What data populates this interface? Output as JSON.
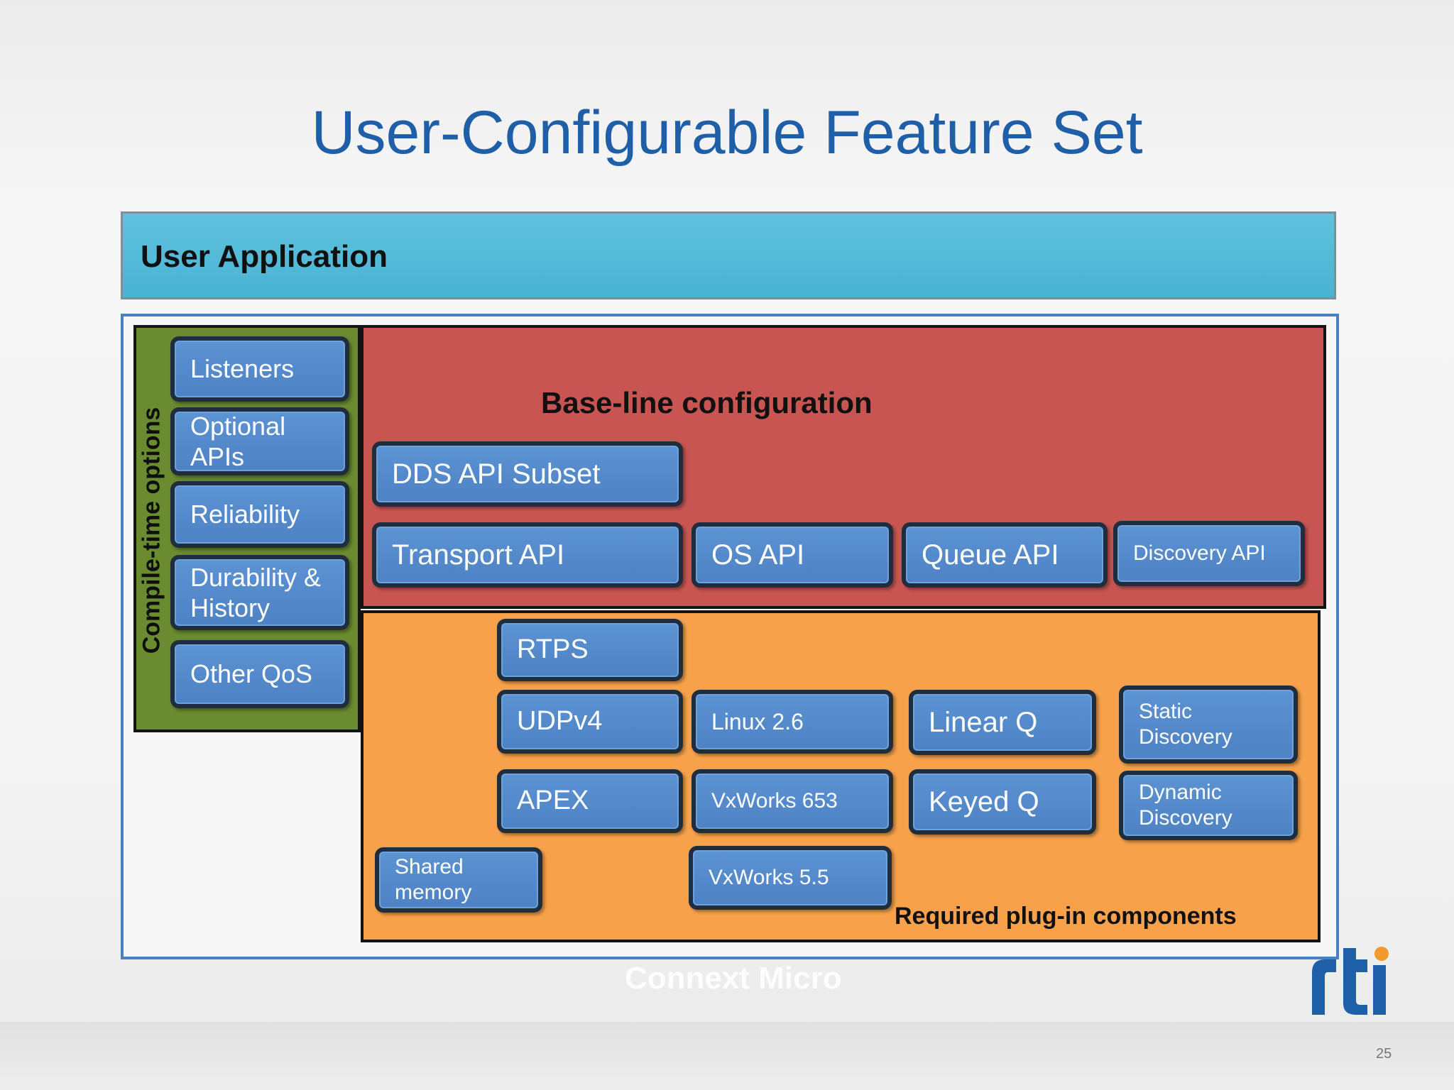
{
  "title": "User-Configurable Feature Set",
  "user_application": "User Application",
  "compile_time_label": "Compile-time options",
  "compile_time_options": [
    "Listeners",
    "Optional APIs",
    "Reliability",
    "Durability & History",
    "Other QoS"
  ],
  "baseline": {
    "label": "Base-line configuration",
    "dds_api": "DDS API Subset",
    "apis": [
      "Transport API",
      "OS API",
      "Queue API",
      "Discovery API"
    ]
  },
  "plugins": {
    "label": "Required plug-in components",
    "transport": [
      "RTPS",
      "UDPv4",
      "APEX",
      "Shared memory"
    ],
    "os": [
      "Linux 2.6",
      "VxWorks 653",
      "VxWorks 5.5"
    ],
    "queue": [
      "Linear Q",
      "Keyed Q"
    ],
    "discovery": [
      "Static Discovery",
      "Dynamic Discovery"
    ]
  },
  "watermark": "Connext Micro",
  "page_number": "25",
  "colors": {
    "title": "#1f5fa8",
    "user_application": "#4ab3d3",
    "compile_time": "#6a8b2f",
    "baseline": "#c85552",
    "plugins": "#f7a14a",
    "component": "#4d82c4",
    "logo_blue": "#1f5fa8",
    "logo_orange": "#f29a2e"
  }
}
